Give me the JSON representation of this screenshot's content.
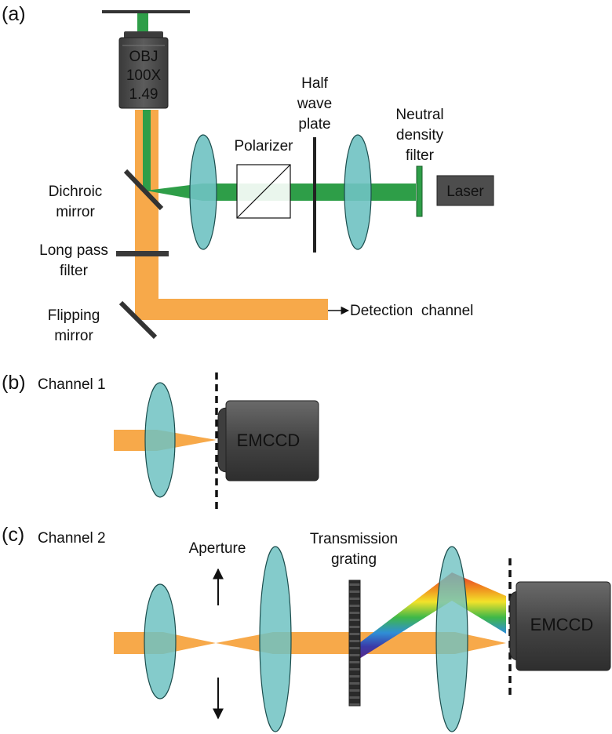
{
  "panels": {
    "a": {
      "tag": "(a)",
      "objective": [
        "OBJ",
        "100X",
        "1.49"
      ],
      "labels": {
        "polarizer": "Polarizer",
        "half_wave": [
          "Half",
          "wave",
          "plate"
        ],
        "nd_filter": [
          "Neutral",
          "density",
          "filter"
        ],
        "laser": "Laser",
        "dichroic": [
          "Dichroic",
          "mirror"
        ],
        "long_pass": [
          "Long pass",
          "filter"
        ],
        "flipping": [
          "Flipping",
          "mirror"
        ],
        "detection": "Detection  channel"
      }
    },
    "b": {
      "tag": "(b)",
      "title": "Channel 1",
      "camera": "EMCCD"
    },
    "c": {
      "tag": "(c)",
      "title": "Channel 2",
      "aperture": "Aperture",
      "grating": [
        "Transmission",
        "grating"
      ],
      "camera": "EMCCD"
    }
  },
  "colors": {
    "excitation": "#2e9e48",
    "emission": "#f7a94a",
    "lens": "#6fc2c2",
    "camera": "#4a4a4a",
    "optic_dark": "#333333"
  }
}
